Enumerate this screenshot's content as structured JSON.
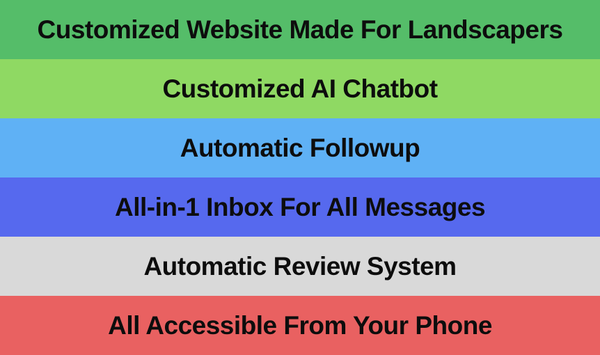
{
  "banner": {
    "text_color": "#0d0d0d",
    "rows": [
      {
        "label": "Customized Website Made For Landscapers",
        "color": "#55BD69"
      },
      {
        "label": "Customized AI Chatbot",
        "color": "#8FD963"
      },
      {
        "label": "Automatic Followup",
        "color": "#5FB1F5"
      },
      {
        "label": "All-in-1 Inbox For All Messages",
        "color": "#5669EE"
      },
      {
        "label": "Automatic Review System",
        "color": "#D9D9D9"
      },
      {
        "label": "All Accessible From Your Phone",
        "color": "#E96161"
      }
    ]
  }
}
